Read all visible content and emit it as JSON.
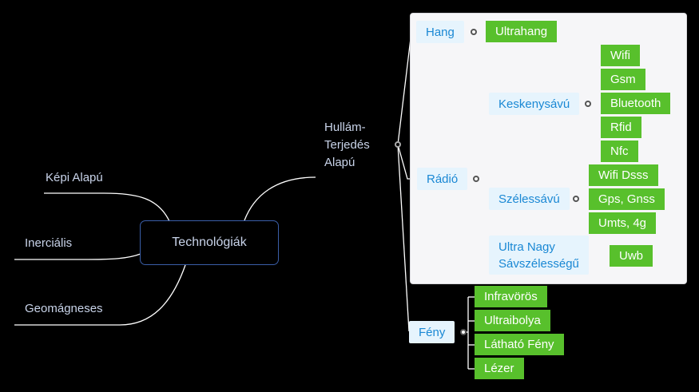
{
  "root": "Technológiák",
  "left_branches": [
    "Képi Alapú",
    "Inerciális",
    "Geomágneses"
  ],
  "wave": {
    "label_lines": [
      "Hullám-",
      "Terjedés",
      "Alapú"
    ],
    "hang": {
      "label": "Hang",
      "children": [
        "Ultrahang"
      ]
    },
    "radio": {
      "label": "Rádió",
      "narrow": {
        "label": "Keskenysávú",
        "children": [
          "Wifi",
          "Gsm",
          "Bluetooth",
          "Rfid",
          "Nfc"
        ]
      },
      "wide": {
        "label": "Szélessávú",
        "children": [
          "Wifi Dsss",
          "Gps, Gnss",
          "Umts, 4g"
        ]
      },
      "ultra": {
        "label_lines": [
          "Ultra Nagy",
          "Sávszélességű"
        ],
        "children": [
          "Uwb"
        ]
      }
    },
    "feny": {
      "label": "Fény",
      "children": [
        "Infravörös",
        "Ultraibolya",
        "Látható Fény",
        "Lézer"
      ]
    }
  },
  "colors": {
    "topic_blue": "#1a88d4",
    "topic_bg": "#e6f4fd",
    "leaf_green": "#58c02c",
    "root_border": "#3a5ea8"
  }
}
